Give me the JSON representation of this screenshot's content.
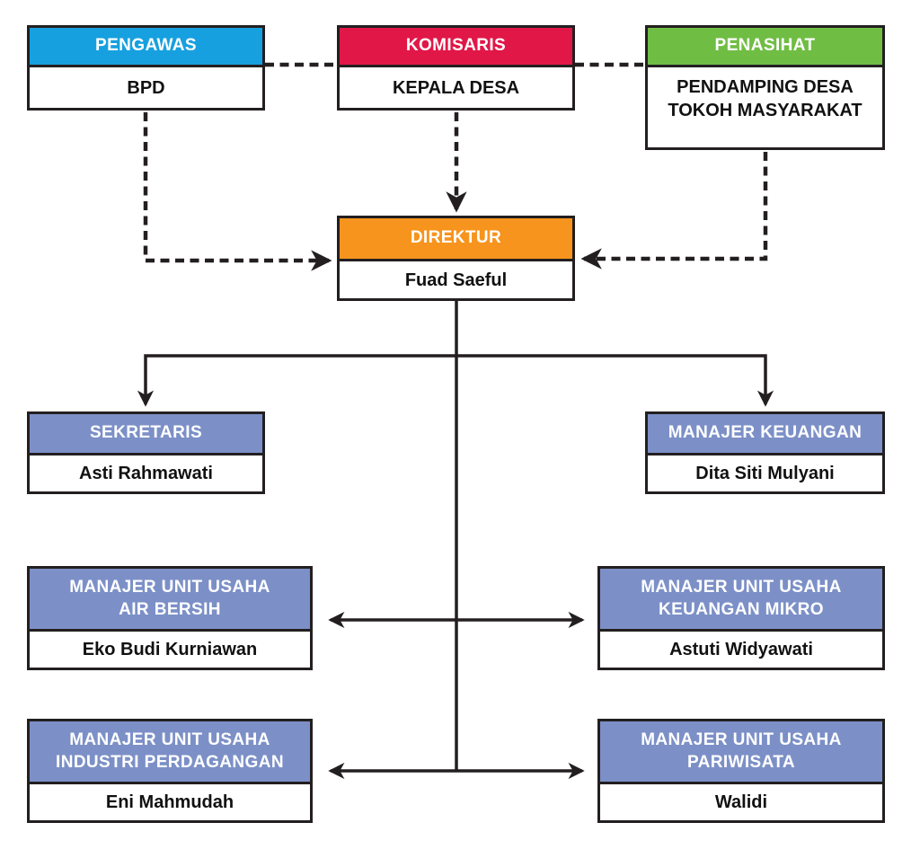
{
  "palette": {
    "line": "#231f20",
    "blue": "#17a0df",
    "red": "#e11748",
    "green": "#70bd44",
    "orange": "#f7941d",
    "periwinkle": "#7c90c7"
  },
  "boxes": [
    {
      "key": "pengawas",
      "role": "PENGAWAS",
      "name": "BPD",
      "header_color": "#17a0df"
    },
    {
      "key": "komisaris",
      "role": "KOMISARIS",
      "name": "KEPALA DESA",
      "header_color": "#e11748"
    },
    {
      "key": "penasihat",
      "role": "PENASIHAT",
      "name": "PENDAMPING DESA\nTOKOH MASYARAKAT",
      "header_color": "#70bd44"
    },
    {
      "key": "direktur",
      "role": "DIREKTUR",
      "name": "Fuad Saeful",
      "header_color": "#f7941d"
    },
    {
      "key": "sekretaris",
      "role": "SEKRETARIS",
      "name": "Asti Rahmawati",
      "header_color": "#7c90c7"
    },
    {
      "key": "manajer-keuangan",
      "role": "MANAJER KEUANGAN",
      "name": "Dita Siti Mulyani",
      "header_color": "#7c90c7"
    },
    {
      "key": "unit-air-bersih",
      "role": "MANAJER UNIT USAHA\nAIR BERSIH",
      "name": "Eko Budi Kurniawan",
      "header_color": "#7c90c7"
    },
    {
      "key": "unit-keuangan-mikro",
      "role": "MANAJER UNIT USAHA\nKEUANGAN MIKRO",
      "name": "Astuti Widyawati",
      "header_color": "#7c90c7"
    },
    {
      "key": "unit-industri-perdagangan",
      "role": "MANAJER UNIT USAHA\nINDUSTRI PERDAGANGAN",
      "name": "Eni Mahmudah",
      "header_color": "#7c90c7"
    },
    {
      "key": "unit-pariwisata",
      "role": "MANAJER UNIT USAHA\nPARIWISATA",
      "name": "Walidi",
      "header_color": "#7c90c7"
    }
  ],
  "connectors": [
    {
      "from": "pengawas",
      "to": "komisaris",
      "style": "dashed"
    },
    {
      "from": "komisaris",
      "to": "penasihat",
      "style": "dashed"
    },
    {
      "from": "pengawas",
      "to": "direktur",
      "style": "dashed-arrow"
    },
    {
      "from": "komisaris",
      "to": "direktur",
      "style": "dashed-arrow"
    },
    {
      "from": "penasihat",
      "to": "direktur",
      "style": "dashed-arrow"
    },
    {
      "from": "direktur",
      "to": "sekretaris",
      "style": "solid-arrow"
    },
    {
      "from": "direktur",
      "to": "manajer-keuangan",
      "style": "solid-arrow"
    },
    {
      "from": "unit-air-bersih",
      "to": "unit-keuangan-mikro",
      "style": "double-arrow"
    },
    {
      "from": "unit-industri-perdagangan",
      "to": "unit-pariwisata",
      "style": "double-arrow"
    }
  ]
}
